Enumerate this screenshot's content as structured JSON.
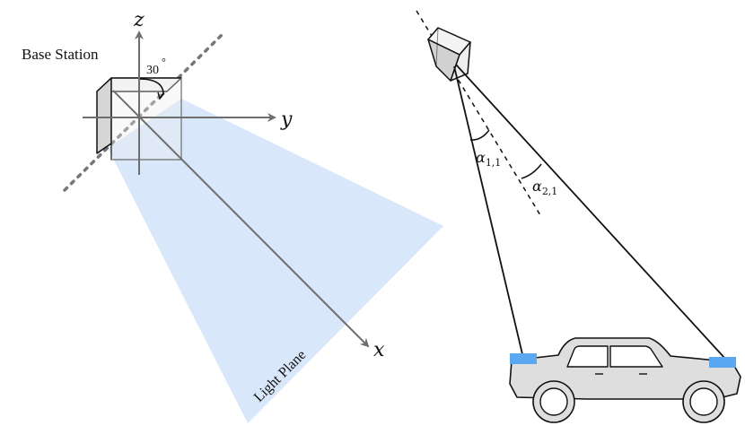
{
  "labels": {
    "base_station": "Base Station",
    "angle_30": "30",
    "degree_mark": "°",
    "light_plane": "Light Plane"
  },
  "axes": {
    "z": "z",
    "y": "y",
    "x": "x"
  },
  "angles": {
    "alpha_1_1": {
      "symbol": "α",
      "subscript": "1,1"
    },
    "alpha_2_1": {
      "symbol": "α",
      "subscript": "2,1"
    }
  },
  "colors": {
    "light_plane_fill": "#d9e7fa",
    "sensor_blue": "#5aa7f2",
    "car_body": "#dedede",
    "outline": "#111111",
    "axis_gray": "#6e6e6e",
    "cube_face_front": "#f2f2f2",
    "cube_face_side": "#d6d6d6"
  }
}
